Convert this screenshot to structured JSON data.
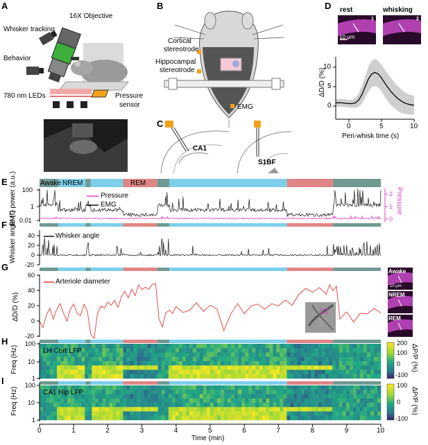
{
  "panels": {
    "a": "A",
    "b": "B",
    "c": "C",
    "d": "D",
    "e": "E",
    "f": "F",
    "g": "G",
    "h": "H",
    "i": "I"
  },
  "panel_a": {
    "whisker_tracking": "Whisker tracking",
    "objective": "16X Objective",
    "behavior": "Behavior",
    "leds": "780 nm LEDs",
    "pressure": "Pressure",
    "sensor": "sensor"
  },
  "panel_b": {
    "cortical_1": "Cortical",
    "cortical_2": "stereotrode",
    "hippo_1": "Hippocampal",
    "hippo_2": "stereotrode",
    "emg": "EMG"
  },
  "panel_c": {
    "ca1": "CA1",
    "s1bf": "S1BF"
  },
  "panel_d": {
    "rest": "rest",
    "whisking": "whisking",
    "scale": "10 μm",
    "badge1": "1",
    "badge2": "2"
  },
  "state_labels": {
    "awake": "Awake",
    "nrem": "NREM",
    "rem": "REM"
  },
  "panel_g": {
    "inset_awake": "Awake",
    "inset_scale": "10 μm",
    "inset_nrem": "NREM",
    "inset_rem": "REM"
  },
  "colors": {
    "awake": "#6f9a92",
    "nrem": "#7dcfea",
    "rem": "#e08585",
    "pressure": "#e040c8",
    "arteriole": "#e53935",
    "imaging": "#b040b0"
  },
  "hypnogram": [
    {
      "state": "awake",
      "start": 0.0,
      "end": 0.55
    },
    {
      "state": "nrem",
      "start": 0.55,
      "end": 1.35
    },
    {
      "state": "awake",
      "start": 1.35,
      "end": 1.5
    },
    {
      "state": "nrem",
      "start": 1.5,
      "end": 2.45
    },
    {
      "state": "rem",
      "start": 2.45,
      "end": 3.45
    },
    {
      "state": "awake",
      "start": 3.45,
      "end": 3.8
    },
    {
      "state": "nrem",
      "start": 3.8,
      "end": 7.25
    },
    {
      "state": "rem",
      "start": 7.25,
      "end": 8.6
    },
    {
      "state": "awake",
      "start": 8.6,
      "end": 10.0
    }
  ],
  "chart_data": [
    {
      "id": "D",
      "type": "line",
      "xlabel": "Peri-whisk time (s)",
      "ylabel": "ΔD/D (%)",
      "xlim": [
        -2,
        10
      ],
      "ylim": [
        -4,
        12
      ],
      "xticks": [
        0,
        5,
        10
      ],
      "yticks": [
        0,
        5,
        10
      ],
      "x": [
        -2,
        -1,
        0,
        0.5,
        1,
        1.5,
        2,
        2.5,
        3,
        3.5,
        4,
        4.5,
        5,
        5.5,
        6,
        6.5,
        7,
        7.5,
        8,
        8.5,
        9,
        9.5,
        10
      ],
      "mean": [
        0.2,
        0.2,
        0,
        0,
        0.2,
        0.9,
        2.3,
        4.3,
        6.3,
        7.6,
        8.0,
        7.6,
        6.6,
        5.3,
        4.1,
        3.0,
        2.1,
        1.3,
        0.7,
        0.2,
        -0.1,
        -0.3,
        -0.4
      ],
      "upper": [
        1.2,
        1.2,
        1.0,
        1.0,
        1.5,
        2.6,
        4.6,
        7.0,
        9.5,
        11.0,
        11.5,
        11.0,
        10.0,
        8.8,
        7.6,
        6.5,
        5.4,
        4.5,
        3.7,
        3.0,
        2.5,
        2.2,
        2.0
      ],
      "lower": [
        -0.8,
        -0.8,
        -1.0,
        -1.0,
        -1.1,
        -0.8,
        0.0,
        1.6,
        3.1,
        4.2,
        4.5,
        4.2,
        3.2,
        1.8,
        0.6,
        -0.5,
        -1.2,
        -1.9,
        -2.3,
        -2.6,
        -2.7,
        -2.8,
        -2.8
      ]
    },
    {
      "id": "E",
      "type": "line",
      "ylabel": "EMG power (a.u.)",
      "y2label": "Pressure",
      "legend": [
        "Pressure",
        "EMG"
      ],
      "yticks": [
        "100",
        "1",
        "0.01"
      ],
      "y2ticks": [
        "2",
        "1",
        "0"
      ]
    },
    {
      "id": "F",
      "type": "line",
      "ylabel": "Whisker angle (°)",
      "legend": [
        "Whisker angle"
      ],
      "ylim": [
        -20,
        40
      ],
      "yticks": [
        40,
        20,
        0,
        -20
      ]
    },
    {
      "id": "G",
      "type": "line",
      "ylabel": "ΔD/D (%)",
      "legend": [
        "Arteriole diameter"
      ],
      "ylim": [
        -20,
        60
      ],
      "yticks": [
        60,
        40,
        20,
        0,
        -20
      ],
      "x": [
        0,
        0.1,
        0.2,
        0.3,
        0.4,
        0.5,
        0.6,
        0.7,
        0.8,
        0.9,
        1.0,
        1.1,
        1.2,
        1.3,
        1.4,
        1.5,
        1.6,
        1.7,
        1.8,
        1.9,
        2.0,
        2.1,
        2.2,
        2.3,
        2.4,
        2.5,
        2.6,
        2.7,
        2.8,
        2.9,
        3.0,
        3.1,
        3.2,
        3.3,
        3.4,
        3.5,
        3.6,
        3.7,
        3.8,
        3.9,
        4.0,
        4.2,
        4.4,
        4.6,
        4.8,
        5.0,
        5.2,
        5.4,
        5.6,
        5.8,
        6.0,
        6.2,
        6.4,
        6.6,
        6.8,
        7.0,
        7.2,
        7.4,
        7.6,
        7.8,
        8.0,
        8.2,
        8.4,
        8.5,
        8.6,
        8.7,
        8.8,
        9.0,
        9.2,
        9.4,
        9.6,
        9.8,
        10.0
      ],
      "y": [
        0,
        -8,
        5,
        15,
        2,
        12,
        20,
        8,
        -2,
        18,
        25,
        10,
        5,
        20,
        10,
        -15,
        -22,
        8,
        22,
        15,
        25,
        18,
        28,
        20,
        32,
        38,
        30,
        42,
        36,
        45,
        40,
        47,
        44,
        50,
        48,
        5,
        -5,
        10,
        15,
        8,
        18,
        10,
        15,
        22,
        12,
        20,
        18,
        -15,
        10,
        20,
        12,
        18,
        22,
        15,
        25,
        18,
        28,
        20,
        32,
        40,
        35,
        44,
        38,
        45,
        40,
        48,
        5,
        10,
        0,
        12,
        8,
        15,
        10
      ]
    },
    {
      "id": "H",
      "type": "heatmap",
      "ylabel": "Freq (Hz)",
      "legend": [
        "LH Cort LFP"
      ],
      "yticks": [
        "100",
        "10",
        "1"
      ],
      "colorbar_label": "ΔP/P (%)",
      "colorbar_ticks": [
        "200",
        "100",
        "0",
        "-100"
      ]
    },
    {
      "id": "I",
      "type": "heatmap",
      "ylabel": "Freq (Hz)",
      "legend": [
        "CA1 Hip LFP"
      ],
      "yticks": [
        "100",
        "10",
        "1"
      ],
      "colorbar_label": "ΔP/P (%)",
      "colorbar_ticks": [
        "100",
        "0",
        "-100"
      ]
    }
  ],
  "time_axis": {
    "xlabel": "Time (min)",
    "ticks": [
      "0",
      "1",
      "2",
      "3",
      "4",
      "5",
      "6",
      "7",
      "8",
      "9",
      "10"
    ]
  }
}
